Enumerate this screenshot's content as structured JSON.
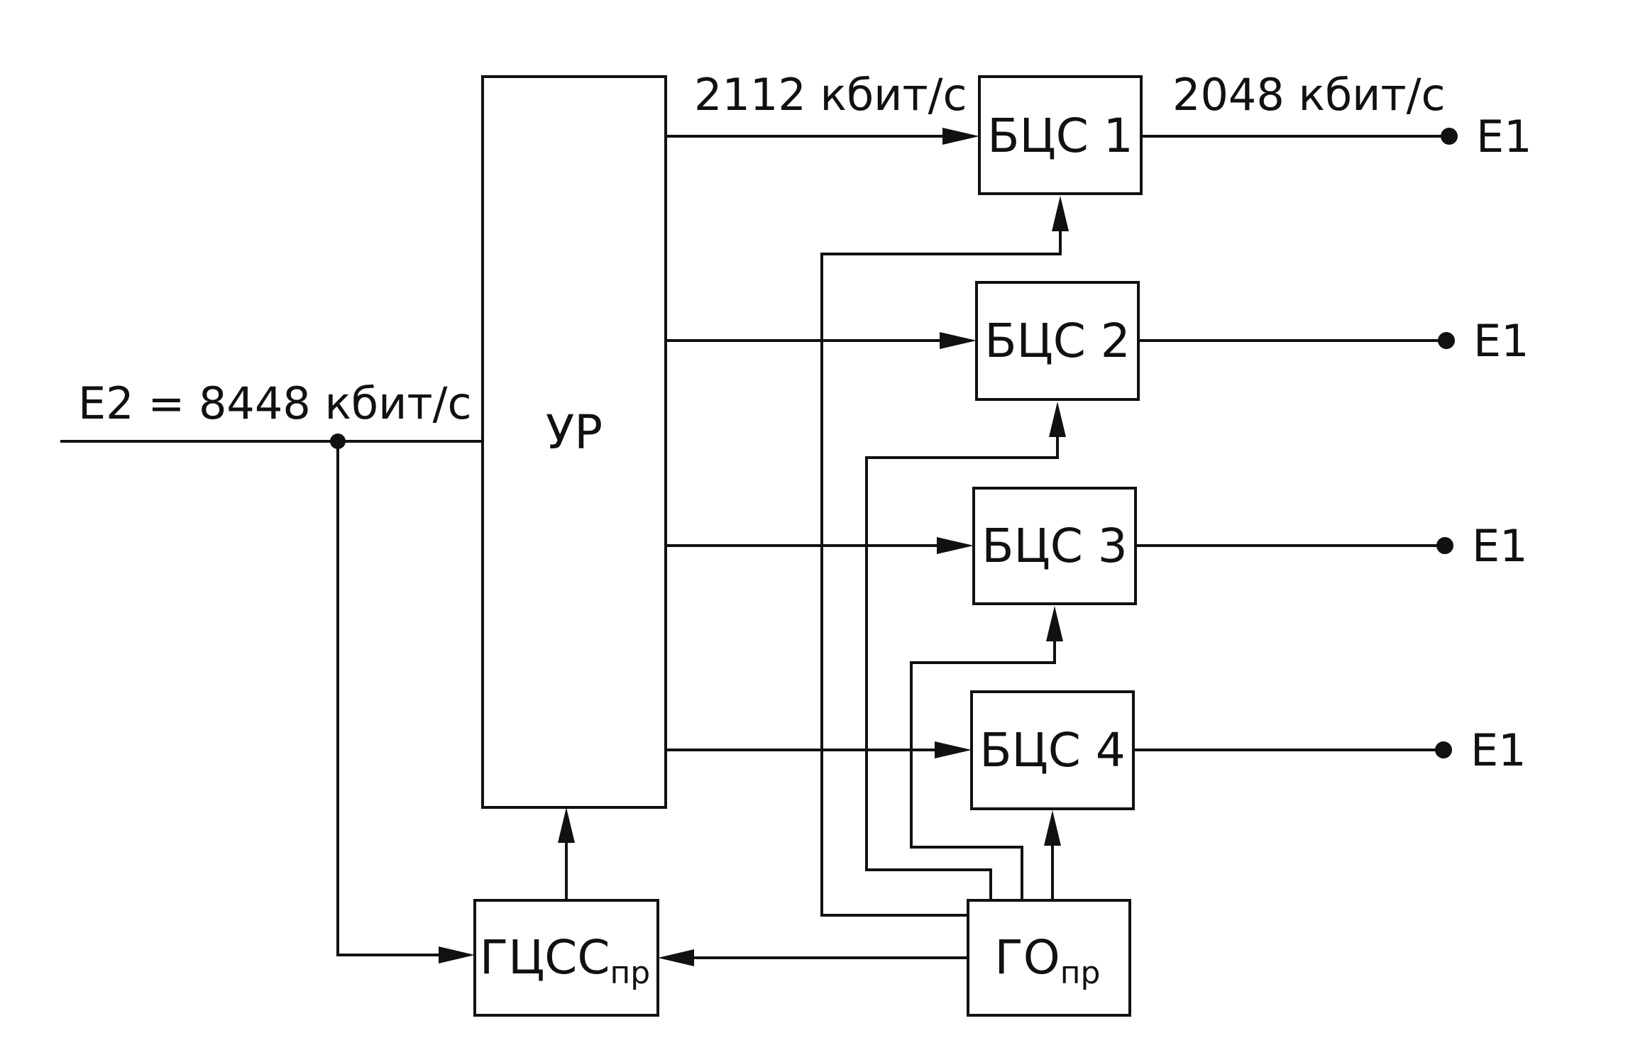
{
  "input_rate": "E2 = 8448 кбит/с",
  "rate_in": "2112 кбит/с",
  "rate_out": "2048 кбит/с",
  "splitter": "УР",
  "channel_blocks": [
    "БЦС 1",
    "БЦС 2",
    "БЦС 3",
    "БЦС 4"
  ],
  "outputs": [
    "E1",
    "E1",
    "E1",
    "E1"
  ],
  "gcss": {
    "main": "ГЦСС",
    "sub": "пр"
  },
  "go": {
    "main": "ГО",
    "sub": "пр"
  },
  "colors": {
    "line": "#111111",
    "background": "#ffffff"
  }
}
